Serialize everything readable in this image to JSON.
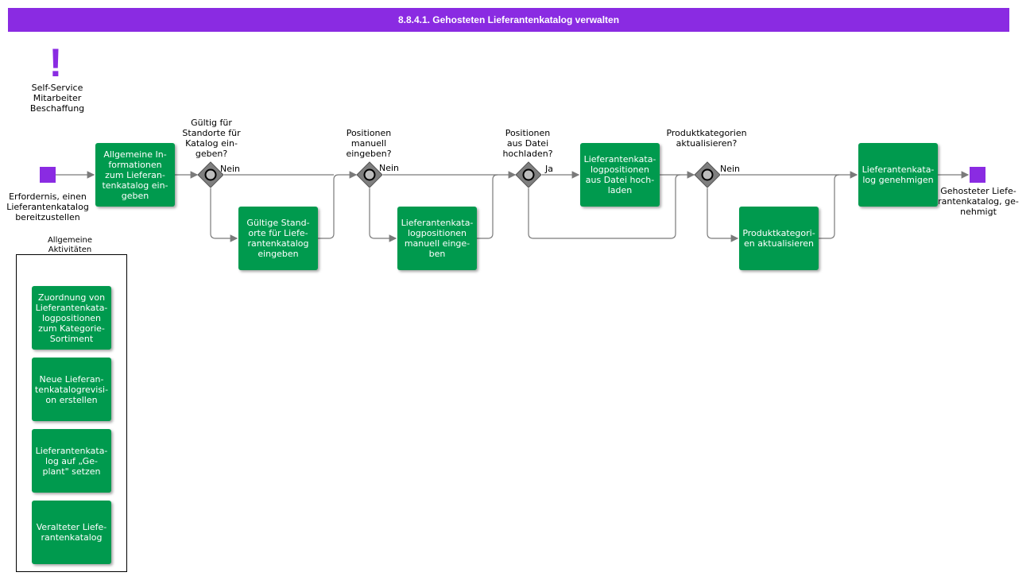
{
  "header": {
    "title": "8.8.4.1. Gehosteten Lieferantenkatalog verwalten"
  },
  "role": {
    "icon": "exclamation-icon",
    "label": "Self-Service\nMitarbeiter\nBeschaffung"
  },
  "start_event": {
    "label": "Erfordernis, einen\nLieferantenkatalog\nbereitzustellen"
  },
  "end_event": {
    "label": "Gehosteter Liefe-\nrantenkatalog, ge-\nnehmigt"
  },
  "tasks": {
    "general_info": "Allgemeine In-\nformationen\nzum Lieferan-\ntenkatalog ein-\ngeben",
    "valid_sites": "Gültige Stand-\norte für Liefe-\nrantenkatalog\neingeben",
    "manual_positions": "Lieferantenkata-\nlogpositionen\nmanuell einge-\nben",
    "upload_positions": "Lieferantenkata-\nlogpositionen\naus Datei hoch-\nladen",
    "update_categories": "Produktkategori-\nen aktualisieren",
    "approve": "Lieferantenkata-\nlog genehmigen"
  },
  "gateways": {
    "g1": {
      "question": "Gültig für\nStandorte für\nKatalog ein-\ngeben?",
      "branch": "Nein"
    },
    "g2": {
      "question": "Positionen\nmanuell\neingeben?",
      "branch": "Nein"
    },
    "g3": {
      "question": "Positionen\naus Datei\nhochladen?",
      "branch": "Ja"
    },
    "g4": {
      "question": "Produktkategorien\naktualisieren?",
      "branch": "Nein"
    }
  },
  "group": {
    "title": "Allgemeine\nAktivitäten",
    "tasks": [
      "Zuordnung von\nLieferantenkata-\nlogpositionen\nzum Kategorie-\nSortiment",
      "Neue Lieferan-\ntenkatalogrevisi-\non erstellen",
      "Lieferantenkata-\nlog auf „Ge-\nplant\" setzen",
      "Veralteter Liefe-\nrantenkatalog"
    ]
  },
  "colors": {
    "accent": "#8a2be2",
    "task": "#009a4e",
    "gateway": "#7f7f7f",
    "connector": "#7a7a7a"
  }
}
